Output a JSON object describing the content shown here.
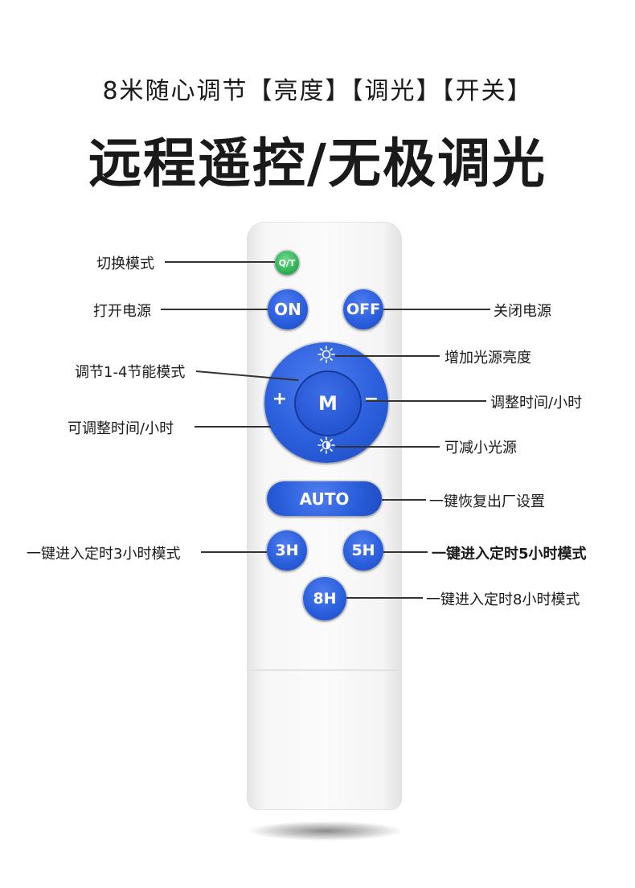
{
  "header": {
    "subtitle": "8米随心调节【亮度】【调光】【开关】",
    "title": "远程遥控/无极调光"
  },
  "buttons": {
    "qt": "Q/T",
    "on": "ON",
    "off": "OFF",
    "mode": "M",
    "plus": "+",
    "minus": "−",
    "auto": "AUTO",
    "h3": "3H",
    "h5": "5H",
    "h8": "8H"
  },
  "labels": {
    "switch_mode": "切换模式",
    "power_on": "打开电源",
    "power_off": "关闭电源",
    "increase_brightness": "增加光源亮度",
    "adjust_mode": "调节1-4节能模式",
    "adjust_time_right": "调整时间/小时",
    "adjust_time_left": "可调整时间/小时",
    "decrease_light": "可减小光源",
    "factory_reset": "一键恢复出厂设置",
    "timer_3h": "一键进入定时3小时模式",
    "timer_5h": "一键进入定时5小时模式",
    "timer_8h": "一键进入定时8小时模式"
  },
  "icons": {
    "brightness_up": "sun-icon",
    "brightness_down": "half-sun-icon"
  },
  "colors": {
    "button_blue": "#2b5fdc",
    "qt_green": "#2fb457",
    "remote_body": "#f7f7f7"
  }
}
